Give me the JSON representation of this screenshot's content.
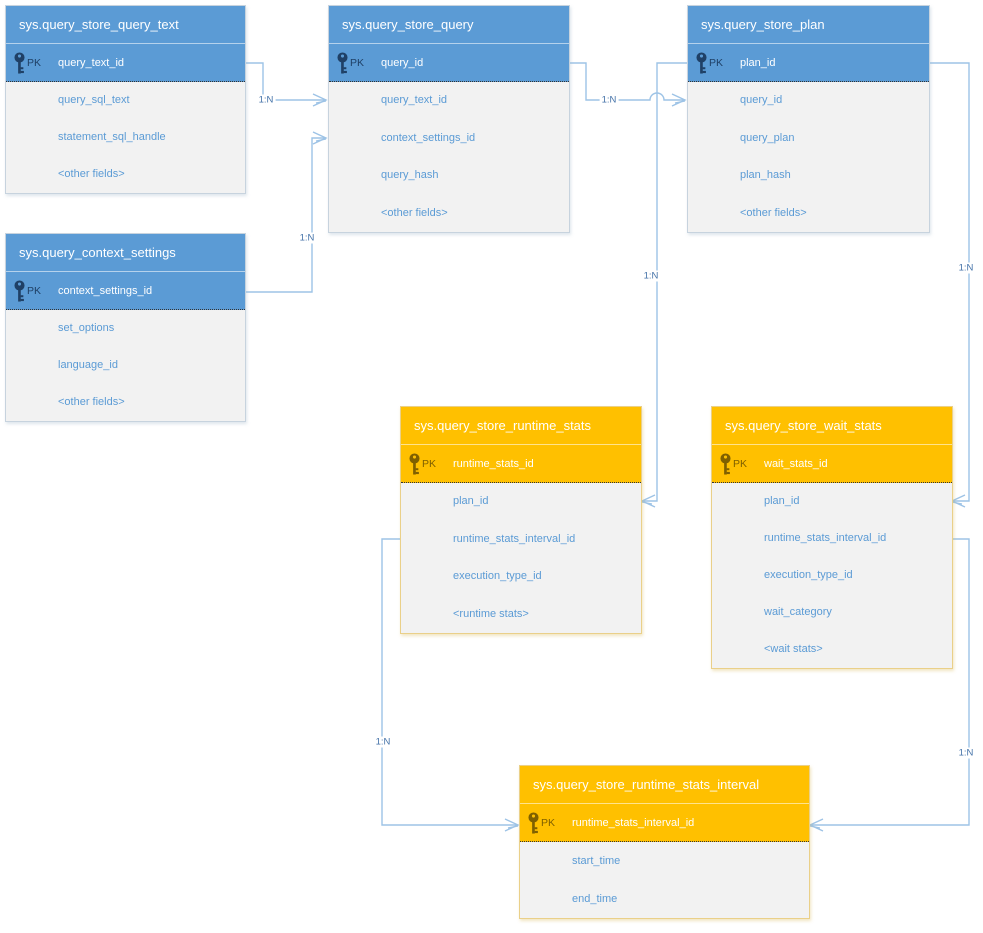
{
  "meta": {
    "pk_badge": "PK"
  },
  "colors": {
    "blue_header": "#5B9BD5",
    "orange_header": "#FFC000",
    "table_body_bg": "#F2F2F2",
    "field_text": "#5B9BD5",
    "header_text": "#FFFFFF",
    "pk_key_blue": "#1F4066",
    "pk_key_orange": "#7F6000",
    "connector_line": "#9DC3E6",
    "relationship_label_text": "#4472A8"
  },
  "tables": [
    {
      "title": "sys.query_store_query_text",
      "theme": "blue",
      "pk": "query_text_id",
      "fields": [
        "query_sql_text",
        "statement_sql_handle",
        "<other fields>"
      ]
    },
    {
      "title": "sys.query_store_query",
      "theme": "blue",
      "pk": "query_id",
      "fields": [
        "query_text_id",
        "context_settings_id",
        "query_hash",
        "<other fields>"
      ]
    },
    {
      "title": "sys.query_store_plan",
      "theme": "blue",
      "pk": "plan_id",
      "fields": [
        "query_id",
        "query_plan",
        "plan_hash",
        "<other fields>"
      ]
    },
    {
      "title": "sys.query_context_settings",
      "theme": "blue",
      "pk": "context_settings_id",
      "fields": [
        "set_options",
        "language_id",
        "<other fields>"
      ]
    },
    {
      "title": "sys.query_store_runtime_stats",
      "theme": "orange",
      "pk": "runtime_stats_id",
      "fields": [
        "plan_id",
        "runtime_stats_interval_id",
        "execution_type_id",
        "<runtime stats>"
      ]
    },
    {
      "title": "sys.query_store_wait_stats",
      "theme": "orange",
      "pk": "wait_stats_id",
      "fields": [
        "plan_id",
        "runtime_stats_interval_id",
        "execution_type_id",
        "wait_category",
        "<wait stats>"
      ]
    },
    {
      "title": "sys.query_store_runtime_stats_interval",
      "theme": "orange",
      "pk": "runtime_stats_interval_id",
      "fields": [
        "start_time",
        "end_time"
      ]
    }
  ],
  "connectors": [
    {
      "label": "1:N",
      "from": "sys.query_store_query_text.query_text_id",
      "to": "sys.query_store_query.query_text_id"
    },
    {
      "label": "1:N",
      "from": "sys.query_context_settings.context_settings_id",
      "to": "sys.query_store_query.context_settings_id"
    },
    {
      "label": "1:N",
      "from": "sys.query_store_query.query_id",
      "to": "sys.query_store_plan.query_id"
    },
    {
      "label": "1:N",
      "from": "sys.query_store_plan.plan_id",
      "to": "sys.query_store_runtime_stats.plan_id"
    },
    {
      "label": "1:N",
      "from": "sys.query_store_plan.plan_id",
      "to": "sys.query_store_wait_stats.plan_id"
    },
    {
      "label": "1:N",
      "from": "sys.query_store_runtime_stats_interval.runtime_stats_interval_id",
      "to": "sys.query_store_runtime_stats.runtime_stats_interval_id"
    },
    {
      "label": "1:N",
      "from": "sys.query_store_runtime_stats_interval.runtime_stats_interval_id",
      "to": "sys.query_store_wait_stats.runtime_stats_interval_id"
    }
  ]
}
